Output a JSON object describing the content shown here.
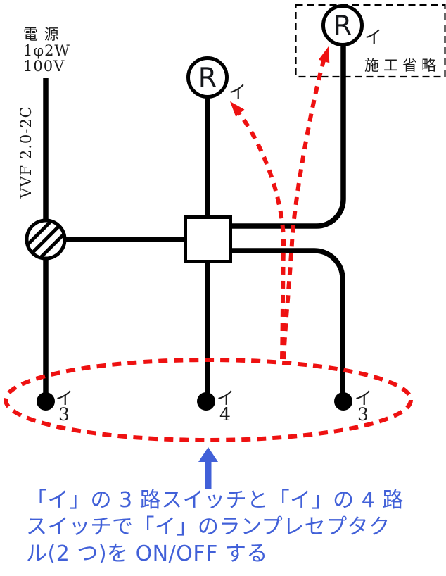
{
  "figure": {
    "power": {
      "title": "電 源",
      "phase": "1φ2W",
      "voltage": "100V"
    },
    "cable": {
      "label": "VVF 2.0-2C"
    },
    "omitted": {
      "label": "施工省略"
    },
    "lamps": {
      "middle": {
        "symbol": "R",
        "circuit": "イ"
      },
      "omitted": {
        "symbol": "R",
        "circuit": "イ"
      }
    },
    "switches": {
      "left": {
        "circuit": "イ",
        "ways": "3"
      },
      "center": {
        "circuit": "イ",
        "ways": "4"
      },
      "right": {
        "circuit": "イ",
        "ways": "3"
      }
    }
  },
  "annotation": {
    "line1": "「イ」の 3 路スイッチと「イ」の 4 路",
    "line2": "スイッチで「イ」のランプレセプタク",
    "line3": "ル(2 つ)を ON/OFF する"
  },
  "colors": {
    "wire": "#000000",
    "highlight_red": "#ee1111",
    "annotation_blue": "#4160d8"
  }
}
